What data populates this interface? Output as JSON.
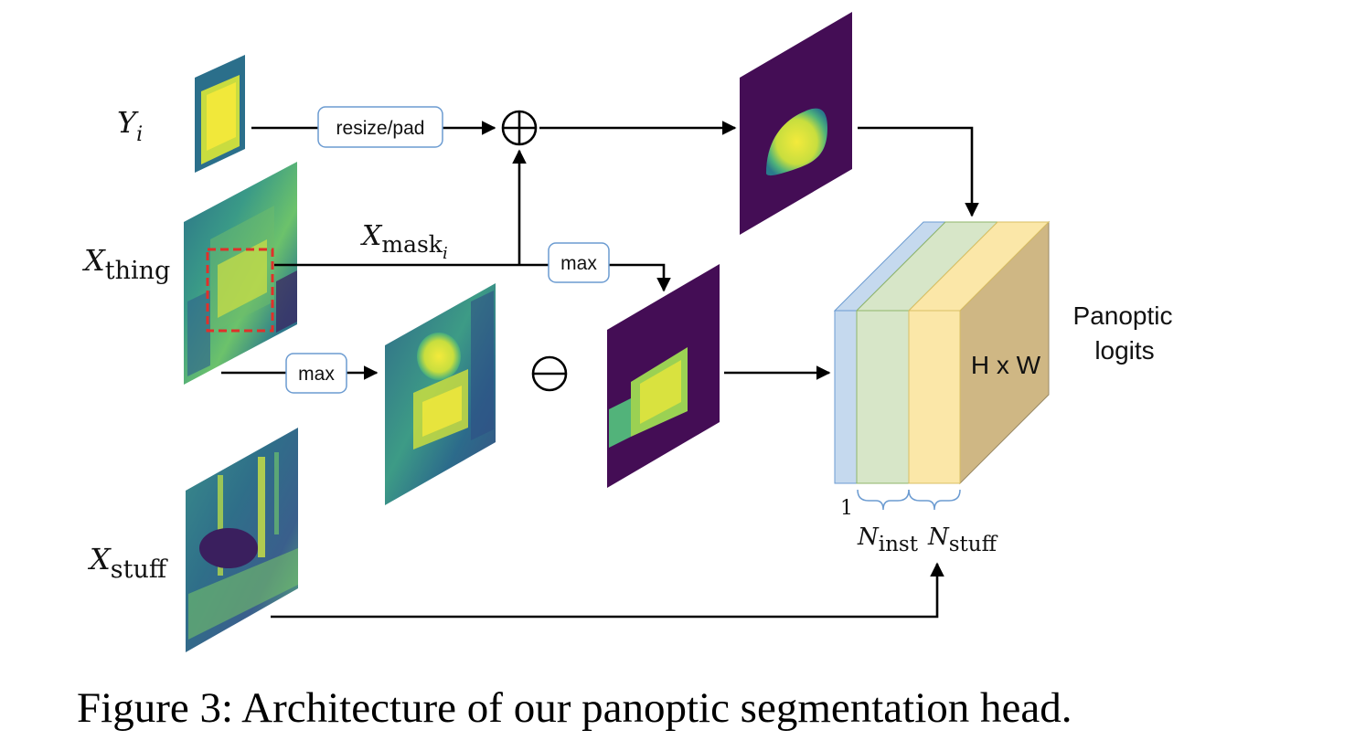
{
  "labels": {
    "y_i": {
      "base": "Y",
      "sub": "i"
    },
    "x_thing": {
      "base": "X",
      "sub": "thing"
    },
    "x_stuff": {
      "base": "X",
      "sub": "stuff"
    },
    "x_mask": {
      "base": "X",
      "sub": "mask",
      "subsub": "i"
    },
    "n_inst": {
      "base": "N",
      "sub": "inst"
    },
    "n_stuff": {
      "base": "N",
      "sub": "stuff"
    },
    "one": "1",
    "hxw": "H x W",
    "panoptic_line1": "Panoptic",
    "panoptic_line2": "logits"
  },
  "ops": {
    "resize_pad": "resize/pad",
    "max_top": "max",
    "max_bottom": "max",
    "plus_symbol": "⊕",
    "minus_symbol": "⊖"
  },
  "caption": "Figure 3: Architecture of our panoptic segmentation head.",
  "colors": {
    "viridis_dark": "#440d55",
    "viridis_mid": "#2f7f8e",
    "viridis_yellow": "#f0e93a",
    "slab_blue": "#c5d9ee",
    "slab_green": "#d7e6c8",
    "slab_yellow": "#fbe7a8",
    "slab_side": "#cfb784",
    "button_border": "#6b9bd1"
  }
}
